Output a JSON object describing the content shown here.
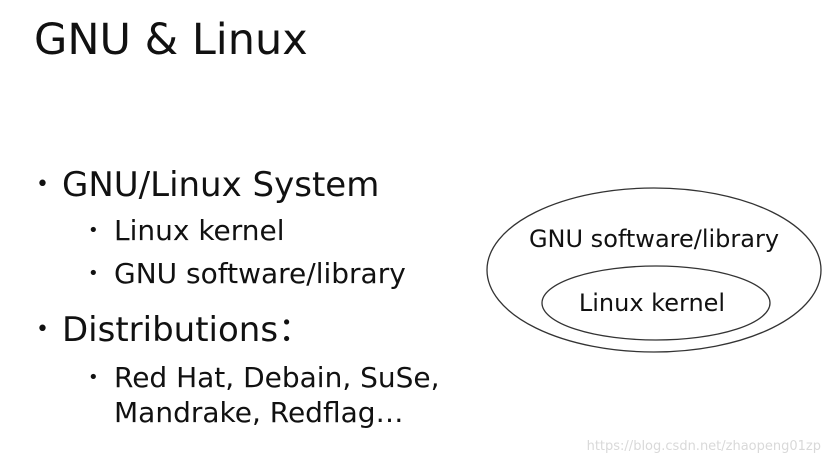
{
  "slide": {
    "title": "GNU & Linux",
    "bullets": [
      {
        "label": "GNU/Linux System",
        "children": [
          "Linux kernel",
          "GNU software/library"
        ]
      },
      {
        "label": "Distributions：",
        "children": [
          "Red Hat, Debain, SuSe,",
          "Mandrake, Redflag…"
        ]
      }
    ],
    "bullet_glyph": "•",
    "diagram": {
      "outer_label": "GNU software/library",
      "inner_label": "Linux kernel"
    },
    "watermark": "https://blog.csdn.net/zhaopeng01zp"
  },
  "colors": {
    "text": "#111111",
    "background": "#ffffff",
    "ellipse_stroke": "#333333",
    "watermark": "#d9d9d9"
  }
}
